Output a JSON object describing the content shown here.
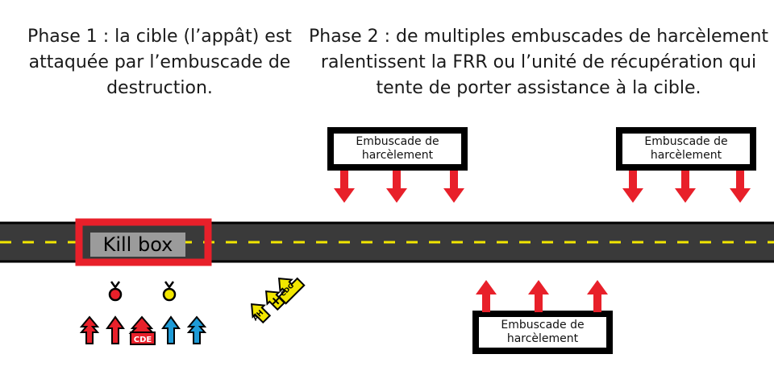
{
  "title_phase1": "Phase 1 : la cible (l’appât) est attaquée par l’embuscade de destruction.",
  "title_phase2": "Phase 2 : de multiples embuscades de harcèlement ralentissent la FRR ou l’unité de récupération qui tente de porter assistance à la cible.",
  "kill_box_label": "Kill box",
  "ambushes": [
    {
      "label": "Embuscade de harcèlement"
    },
    {
      "label": "Embuscade de harcèlement"
    },
    {
      "label": "Embuscade de harcèlement"
    }
  ],
  "units": {
    "cde_tag": "CDE",
    "ah_tag": "AH",
    "cdg_tag": "CDG"
  },
  "colors": {
    "red": "#e8202a",
    "blue": "#1e9bd7",
    "yellow": "#f2e600",
    "road": "#3a3a3a",
    "dash": "#f2e600",
    "black": "#000000"
  }
}
